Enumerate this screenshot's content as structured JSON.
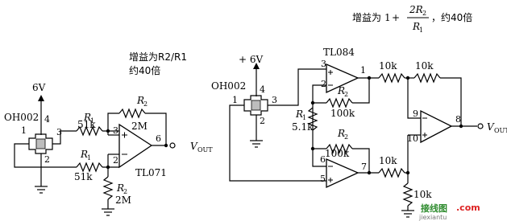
{
  "left_circuit": {
    "supply": "6V",
    "sensor": "OH002",
    "sensor_pins": [
      "1",
      "4",
      "3",
      "2"
    ],
    "r1_top": {
      "name": "R",
      "sub": "1",
      "value": "51k"
    },
    "r1_bottom": {
      "name": "R",
      "sub": "1",
      "value": "51k"
    },
    "r2_feedback": {
      "name": "R",
      "sub": "2",
      "value": "2M"
    },
    "r2_ground": {
      "name": "R",
      "sub": "2",
      "value": "2M"
    },
    "amp_pins": [
      "3",
      "2",
      "6"
    ],
    "amp_name": "TL071",
    "output": {
      "name": "V",
      "sub": "OUT"
    },
    "gain_note_line1": "增益为R2/R1",
    "gain_note_line2": "约40倍"
  },
  "right_circuit": {
    "supply": "+ 6V",
    "sensor": "OH002",
    "sensor_pins": [
      "1",
      "4",
      "3",
      "2"
    ],
    "amp_name": "TL084",
    "r1": {
      "name": "R",
      "sub": "1",
      "value": "5.1k"
    },
    "r2_top": {
      "name": "R",
      "sub": "2",
      "value": "100k"
    },
    "r2_bottom": {
      "name": "R",
      "sub": "2",
      "value": "100k"
    },
    "amp1_pins": [
      "3",
      "2",
      "1"
    ],
    "amp2_pins": [
      "6",
      "5",
      "7"
    ],
    "amp3_pins": [
      "9",
      "10",
      "8"
    ],
    "r_out1": "10k",
    "r_fb": "10k",
    "r_out2": "10k",
    "r_gnd": "10k",
    "output": {
      "name": "V",
      "sub": "OUT"
    },
    "gain_note": {
      "prefix": "增益为",
      "one": "1",
      "plus": "+",
      "numer": "2R",
      "numer_sub": "2",
      "denom": "R",
      "denom_sub": "1",
      "suffix": "，约40倍"
    }
  },
  "watermark": {
    "brand": "接线图",
    "domain_part": ".com",
    "site": "jiexiantu"
  }
}
